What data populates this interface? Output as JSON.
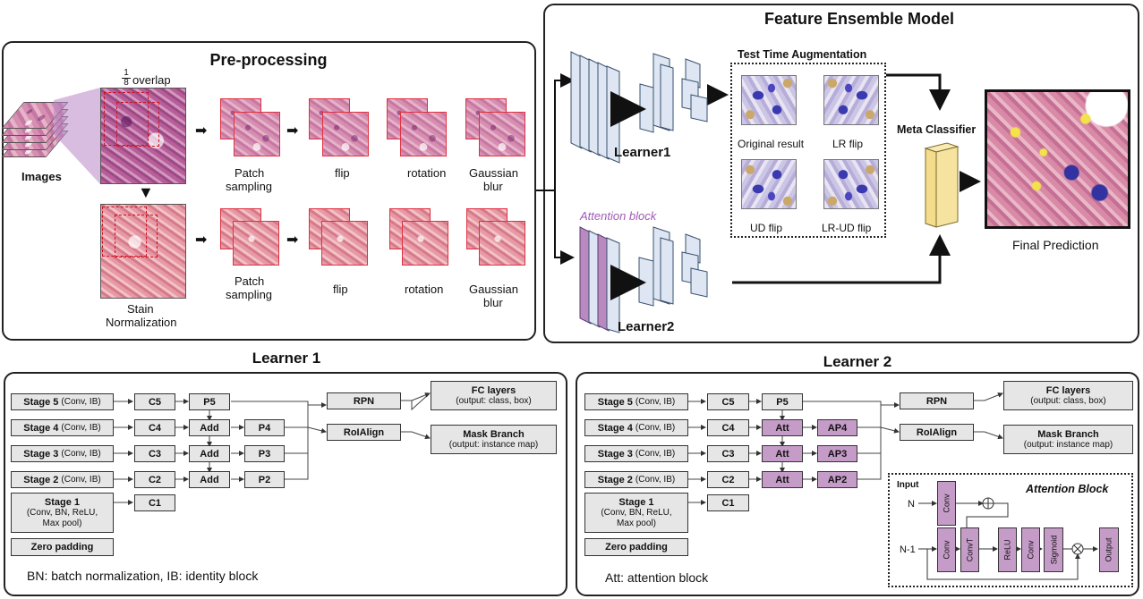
{
  "preprocessing": {
    "title": "Pre-processing",
    "overlap_fraction": "1",
    "overlap_denominator": "8",
    "overlap_text": "overlap",
    "images_label": "Images",
    "stain_label_1": "Stain",
    "stain_label_2": "Normalization",
    "patch_label_1": "Patch",
    "patch_label_2": "sampling",
    "flip_label": "flip",
    "rotation_label": "rotation",
    "gaussian_label_1": "Gaussian",
    "gaussian_label_2": "blur"
  },
  "ensemble": {
    "title": "Feature Ensemble Model",
    "learner1": "Learner1",
    "learner2": "Learner2",
    "attention_block_label": "Attention block",
    "tta_title": "Test Time Augmentation",
    "tta_original": "Original result",
    "tta_lr": "LR flip",
    "tta_ud": "UD flip",
    "tta_lrud": "LR-UD flip",
    "meta_classifier": "Meta Classifier",
    "final_prediction": "Final Prediction"
  },
  "learner1_panel": {
    "title": "Learner 1",
    "stage5": "Stage 5",
    "stage5_sub": "(Conv, IB)",
    "stage4": "Stage 4",
    "stage4_sub": "(Conv, IB)",
    "stage3": "Stage 3",
    "stage3_sub": "(Conv, IB)",
    "stage2": "Stage 2",
    "stage2_sub": "(Conv, IB)",
    "stage1": "Stage 1",
    "stage1_sub1": "(Conv, BN, ReLU,",
    "stage1_sub2": "Max pool)",
    "zero_padding": "Zero padding",
    "c5": "C5",
    "c4": "C4",
    "c3": "C3",
    "c2": "C2",
    "c1": "C1",
    "p5": "P5",
    "add": "Add",
    "p4": "P4",
    "p3": "P3",
    "p2": "P2",
    "rpn": "RPN",
    "roialign": "RoIAlign",
    "fc_title": "FC layers",
    "fc_sub": "(output: class, box)",
    "mask_title": "Mask Branch",
    "mask_sub": "(output: instance map)",
    "footnote": "BN: batch normalization, IB: identity block"
  },
  "learner2_panel": {
    "title": "Learner 2",
    "att": "Att",
    "ap4": "AP4",
    "ap3": "AP3",
    "ap2": "AP2",
    "footnote": "Att: attention block",
    "attention_box_title": "Attention Block",
    "input": "Input",
    "n": "N",
    "n_minus_1": "N-1",
    "conv": "Conv",
    "convT": "ConvT",
    "relu": "ReLU",
    "sigmoid": "Sigmoid",
    "output": "Output"
  },
  "colors": {
    "attention": "#c59cc8",
    "block_gray": "#e6e6e6",
    "meta_classifier": "#f5dc8c",
    "learner_block": "#dde6f2",
    "attention_layer": "#b88ac0"
  }
}
